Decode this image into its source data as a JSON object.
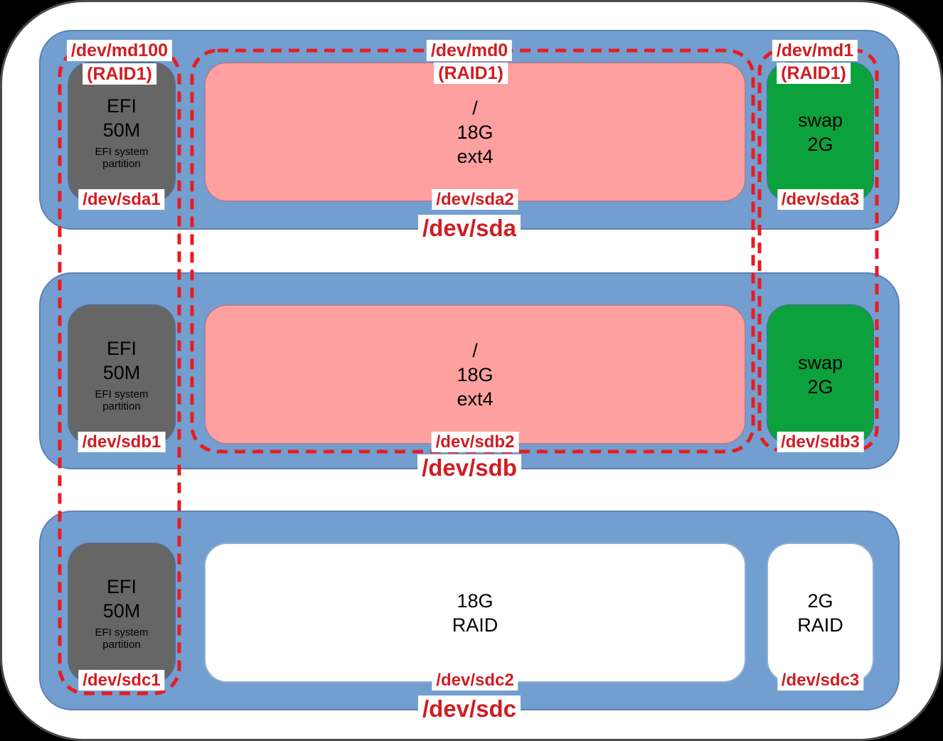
{
  "colors": {
    "disk_blue": "#729fcf",
    "efi_gray": "#666666",
    "root_pink": "#ffa0a0",
    "swap_green": "#0ba13c",
    "dash_red": "#e81b22",
    "label_red": "#cf1d23"
  },
  "raid_groups": [
    {
      "name": "/dev/md100",
      "type": "(RAID1)"
    },
    {
      "name": "/dev/md0",
      "type": "(RAID1)"
    },
    {
      "name": "/dev/md1",
      "type": "(RAID1)"
    }
  ],
  "disks": [
    {
      "name": "/dev/sda",
      "partitions": [
        {
          "device": "/dev/sda1",
          "line1": "EFI",
          "line2": "50M",
          "desc": "EFI system\npartition"
        },
        {
          "device": "/dev/sda2",
          "line1": "/",
          "line2": "18G",
          "line3": "ext4"
        },
        {
          "device": "/dev/sda3",
          "line1": "swap",
          "line2": "2G"
        }
      ]
    },
    {
      "name": "/dev/sdb",
      "partitions": [
        {
          "device": "/dev/sdb1",
          "line1": "EFI",
          "line2": "50M",
          "desc": "EFI system\npartition"
        },
        {
          "device": "/dev/sdb2",
          "line1": "/",
          "line2": "18G",
          "line3": "ext4"
        },
        {
          "device": "/dev/sdb3",
          "line1": "swap",
          "line2": "2G"
        }
      ]
    },
    {
      "name": "/dev/sdc",
      "partitions": [
        {
          "device": "/dev/sdc1",
          "line1": "EFI",
          "line2": "50M",
          "desc": "EFI system\npartition"
        },
        {
          "device": "/dev/sdc2",
          "line1": "18G",
          "line2": "RAID"
        },
        {
          "device": "/dev/sdc3",
          "line1": "2G",
          "line2": "RAID"
        }
      ]
    }
  ]
}
